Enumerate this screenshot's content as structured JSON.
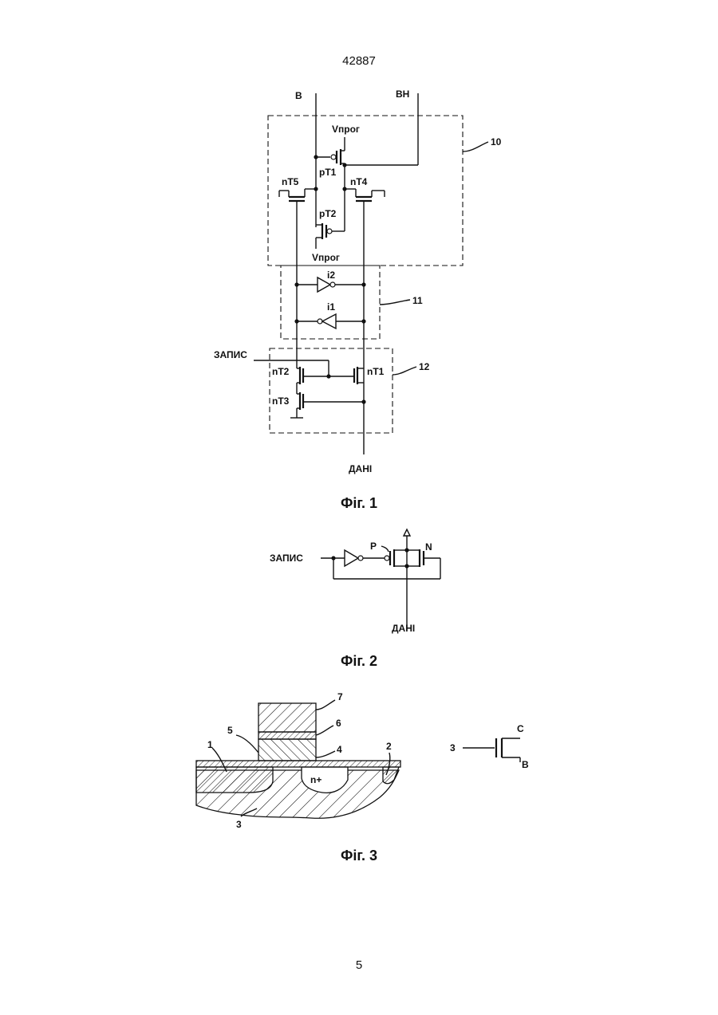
{
  "header": {
    "patent_number": "42887"
  },
  "footer": {
    "page_number": "5"
  },
  "fig1": {
    "caption": "Фіг. 1",
    "labels": {
      "b": "B",
      "bh": "BH",
      "vprog_top": "Vпрог",
      "vprog_bottom": "Vпрог",
      "pt1": "pT1",
      "pt2": "pT2",
      "nt5": "nT5",
      "nt4": "nT4",
      "i2": "i2",
      "i1": "i1",
      "zapis": "ЗАПИС",
      "nt2": "nT2",
      "nt3": "nT3",
      "nt1": "nT1",
      "dani": "ДАНІ",
      "ref10": "10",
      "ref11": "11",
      "ref12": "12"
    }
  },
  "fig2": {
    "caption": "Фіг. 2",
    "labels": {
      "zapis": "ЗАПИС",
      "p": "P",
      "n": "N",
      "dani": "ДАНІ"
    }
  },
  "fig3": {
    "caption": "Фіг. 3",
    "labels": {
      "r7": "7",
      "r6": "6",
      "r5": "5",
      "r4": "4",
      "r1": "1",
      "r2": "2",
      "r3": "3",
      "nplus": "n+",
      "sym_3": "3",
      "sym_c": "C",
      "sym_b": "B"
    }
  }
}
